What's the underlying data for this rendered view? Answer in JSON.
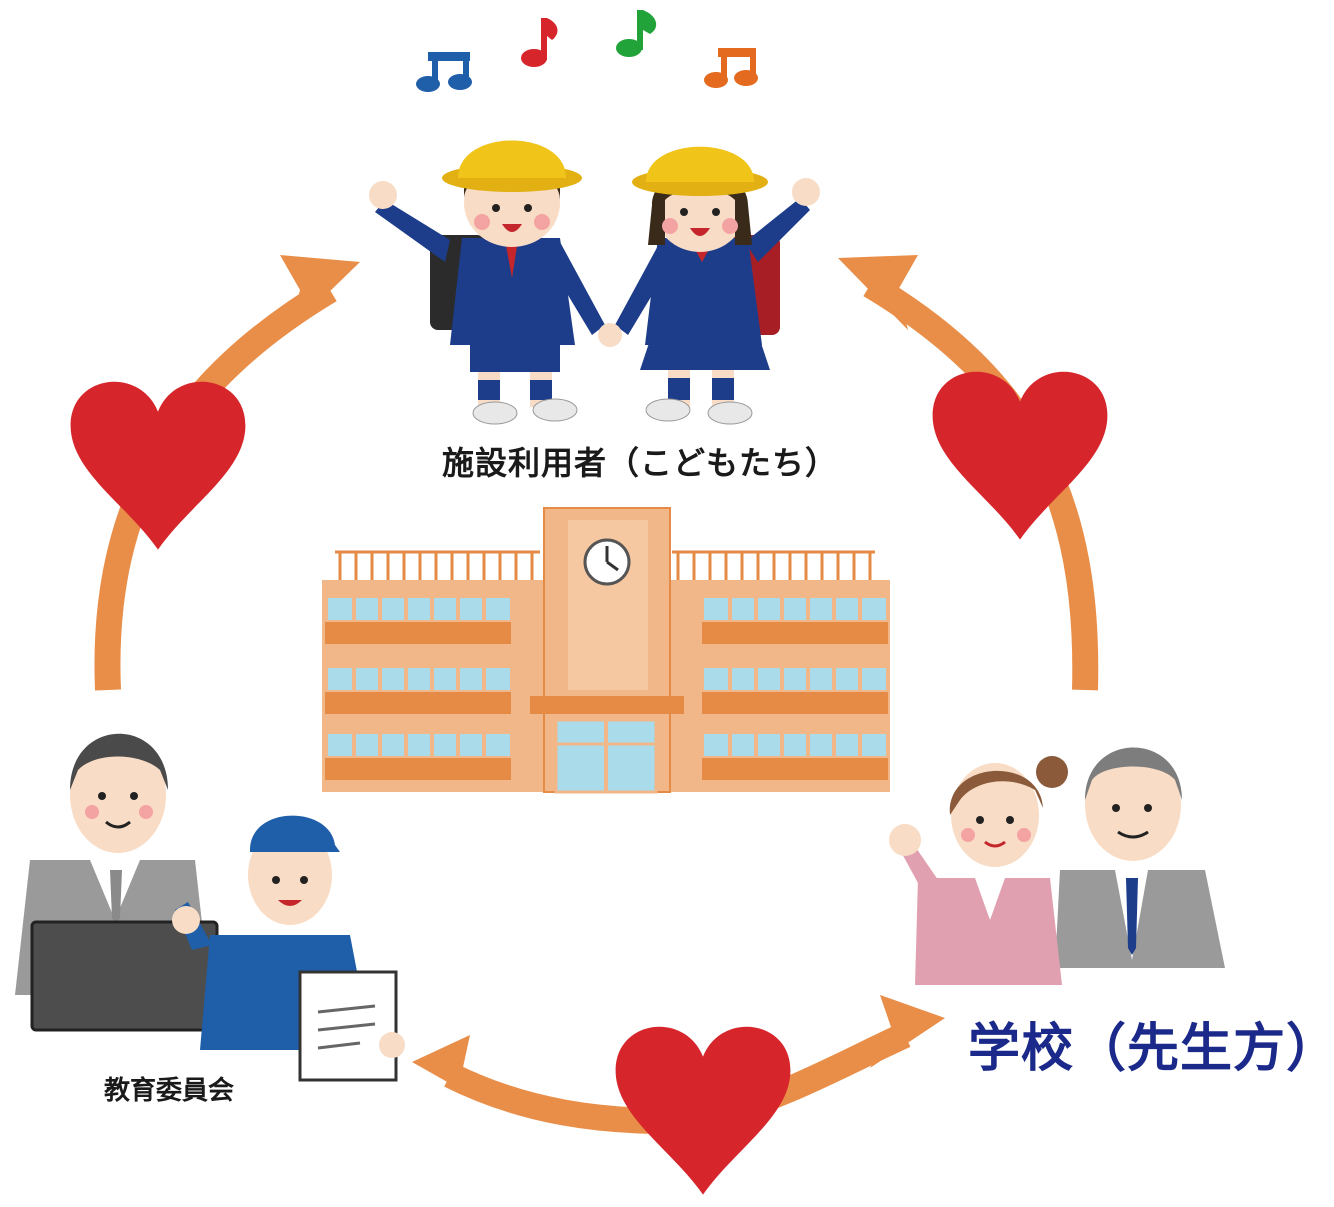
{
  "labels": {
    "children": "施設利用者（こどもたち）",
    "school": "学校（先生方）",
    "board": "教育委員会"
  },
  "colors": {
    "arrow": "#e98e48",
    "heart": "#d6262b",
    "building": "#f1b789",
    "building_band": "#e68b45",
    "window": "#a9dbea",
    "uniform": "#1d3d8a",
    "hat": "#f0c419",
    "school_label": "#1b2a8a"
  }
}
